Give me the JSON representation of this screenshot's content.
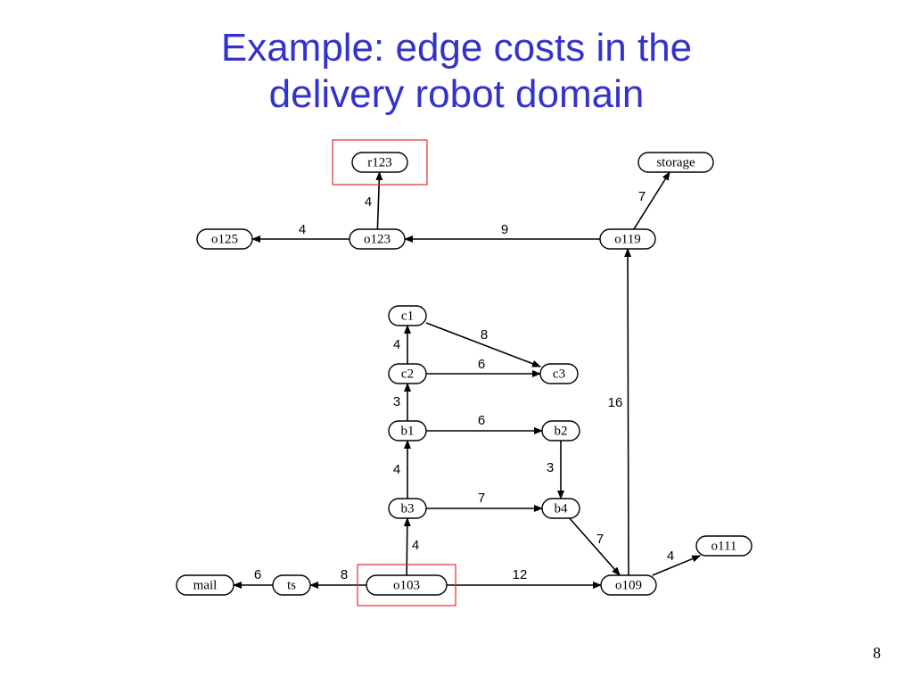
{
  "slide": {
    "title_line1": "Example: edge costs in the",
    "title_line2": "delivery robot domain",
    "page_number": "8"
  },
  "colors": {
    "title": "#3333cc",
    "highlight_box": "#e03030",
    "edge": "#000000"
  },
  "graph": {
    "nodes": [
      {
        "id": "r123",
        "label": "r123",
        "highlighted": true
      },
      {
        "id": "storage",
        "label": "storage",
        "highlighted": false
      },
      {
        "id": "o125",
        "label": "o125",
        "highlighted": false
      },
      {
        "id": "o123",
        "label": "o123",
        "highlighted": false
      },
      {
        "id": "o119",
        "label": "o119",
        "highlighted": false
      },
      {
        "id": "c1",
        "label": "c1",
        "highlighted": false
      },
      {
        "id": "c2",
        "label": "c2",
        "highlighted": false
      },
      {
        "id": "c3",
        "label": "c3",
        "highlighted": false
      },
      {
        "id": "b1",
        "label": "b1",
        "highlighted": false
      },
      {
        "id": "b2",
        "label": "b2",
        "highlighted": false
      },
      {
        "id": "b3",
        "label": "b3",
        "highlighted": false
      },
      {
        "id": "b4",
        "label": "b4",
        "highlighted": false
      },
      {
        "id": "o111",
        "label": "o111",
        "highlighted": false
      },
      {
        "id": "mail",
        "label": "mail",
        "highlighted": false
      },
      {
        "id": "ts",
        "label": "ts",
        "highlighted": false
      },
      {
        "id": "o103",
        "label": "o103",
        "highlighted": true
      },
      {
        "id": "o109",
        "label": "o109",
        "highlighted": false
      }
    ],
    "edges": [
      {
        "from": "o123",
        "to": "r123",
        "cost": "4"
      },
      {
        "from": "o123",
        "to": "o125",
        "cost": "4"
      },
      {
        "from": "o119",
        "to": "o123",
        "cost": "9"
      },
      {
        "from": "o119",
        "to": "storage",
        "cost": "7"
      },
      {
        "from": "o109",
        "to": "o119",
        "cost": "16"
      },
      {
        "from": "c2",
        "to": "c1",
        "cost": "4"
      },
      {
        "from": "c1",
        "to": "c3",
        "cost": "8"
      },
      {
        "from": "c2",
        "to": "c3",
        "cost": "6"
      },
      {
        "from": "b1",
        "to": "c2",
        "cost": "3"
      },
      {
        "from": "b1",
        "to": "b2",
        "cost": "6"
      },
      {
        "from": "b3",
        "to": "b1",
        "cost": "4"
      },
      {
        "from": "b2",
        "to": "b4",
        "cost": "3"
      },
      {
        "from": "b3",
        "to": "b4",
        "cost": "7"
      },
      {
        "from": "b4",
        "to": "o109",
        "cost": "7"
      },
      {
        "from": "o103",
        "to": "b3",
        "cost": "4"
      },
      {
        "from": "o103",
        "to": "ts",
        "cost": "8"
      },
      {
        "from": "ts",
        "to": "mail",
        "cost": "6"
      },
      {
        "from": "o103",
        "to": "o109",
        "cost": "12"
      },
      {
        "from": "o109",
        "to": "o111",
        "cost": "4"
      }
    ]
  }
}
